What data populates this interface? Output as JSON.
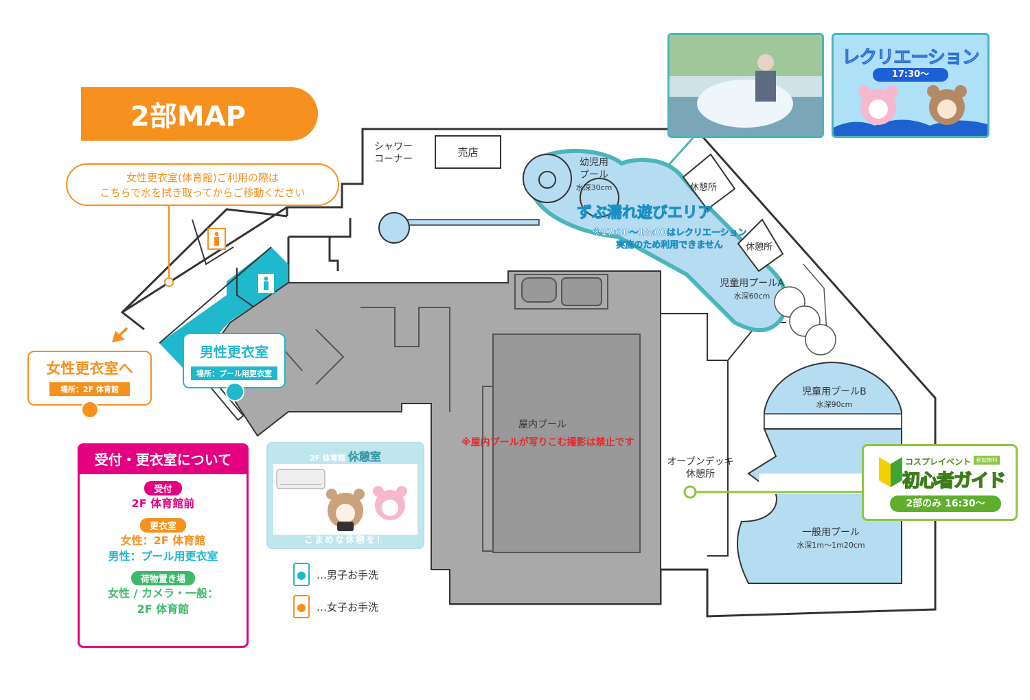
{
  "title": "2部MAP",
  "notices": {
    "towel_note_line1": "女性更衣室(体育館)ご利用の際は",
    "towel_note_line2": "こちらで水を拭き取ってからご移動ください"
  },
  "women_room": {
    "title": "女性更衣室へ",
    "location": "場所：2F 体育館"
  },
  "men_room": {
    "title": "男性更衣室",
    "location": "場所：プール用更衣室"
  },
  "reception_panel": {
    "title": "受付・更衣室について",
    "sections": [
      {
        "label": "受付",
        "lines": [
          "2F 体育館前"
        ]
      },
      {
        "label": "更衣室",
        "lines": [
          "女性：2F 体育館",
          "男性：プール用更衣室"
        ]
      },
      {
        "label": "荷物置き場",
        "lines": [
          "女性 / カメラ・一般：",
          "2F 体育館"
        ]
      }
    ]
  },
  "rest_room_card": {
    "venue": "2F 体育館",
    "title": "休憩室",
    "footer": "こまめな休憩を！"
  },
  "legend": {
    "male_toilet": "…男子お手洗",
    "female_toilet": "…女子お手洗"
  },
  "recreation_card": {
    "title": "レクリエーション",
    "time": "17:30～"
  },
  "beginner_guide": {
    "subtitle": "コスプレイベント",
    "badge": "参加無料",
    "title": "初心者ガイド",
    "time": "2部のみ 16:30～"
  },
  "facilities": {
    "shower_line1": "シャワー",
    "shower_line2": "コーナー",
    "shop": "売店",
    "kids_pool_name1": "幼児用",
    "kids_pool_name2": "プール",
    "kids_pool_depth": "水深30cm",
    "rest1": "休憩所",
    "rest2": "休憩所",
    "wet_area_title": "ずぶ濡れ遊びエリア",
    "wet_area_note1": "※17:30～18:00はレクリエーション",
    "wet_area_note2": "実施のため利用できません",
    "child_pool_a": "児童用プールA",
    "child_pool_a_depth": "水深60cm",
    "child_pool_b": "児童用プールB",
    "child_pool_b_depth": "水深90cm",
    "indoor_pool": "屋内プール",
    "indoor_pool_note": "※屋内プールが写りこむ撮影は禁止です",
    "open_deck_line1": "オープンデッキ",
    "open_deck_line2": "休憩所",
    "general_pool": "一般用プール",
    "general_pool_depth": "水深1m～1m20cm"
  },
  "colors": {
    "orange": "#f6901e",
    "cyan": "#1fb8cc",
    "magenta": "#e4007f",
    "green": "#8cc63f",
    "pool_blue": "#b6dcf2",
    "building_gray": "#a8a8a8",
    "teal_border": "#4bb5b8"
  },
  "icons": [
    "male-toilet-icon",
    "female-toilet-icon",
    "arrow-down-left-icon",
    "shirt-icon",
    "beginner-mark-icon"
  ]
}
